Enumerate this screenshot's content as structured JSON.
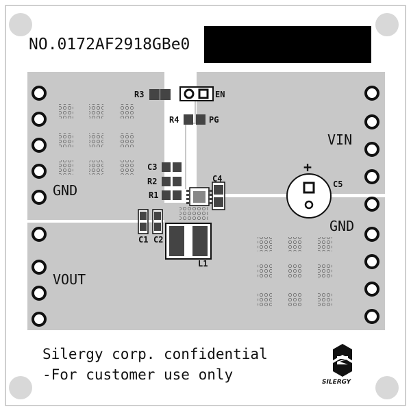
{
  "board": {
    "serial": "NO.0172AF2918GBe0",
    "footer_line1": "Silergy corp. confidential",
    "footer_line2": "-For customer use only",
    "logo_text": "SILERGY"
  },
  "labels": {
    "gnd_left": "GND",
    "vout": "VOUT",
    "vin": "VIN",
    "gnd_right": "GND",
    "plus": "+"
  },
  "components": {
    "r3": "R3",
    "en": "EN",
    "r4": "R4",
    "pg": "PG",
    "c3": "C3",
    "r2": "R2",
    "r1": "R1",
    "c4": "C4",
    "c5": "C5",
    "c1": "C1",
    "c2": "C2",
    "l1": "L1"
  },
  "colors": {
    "copper": "#c8c8c8",
    "silk": "#111111",
    "background": "#ffffff"
  }
}
